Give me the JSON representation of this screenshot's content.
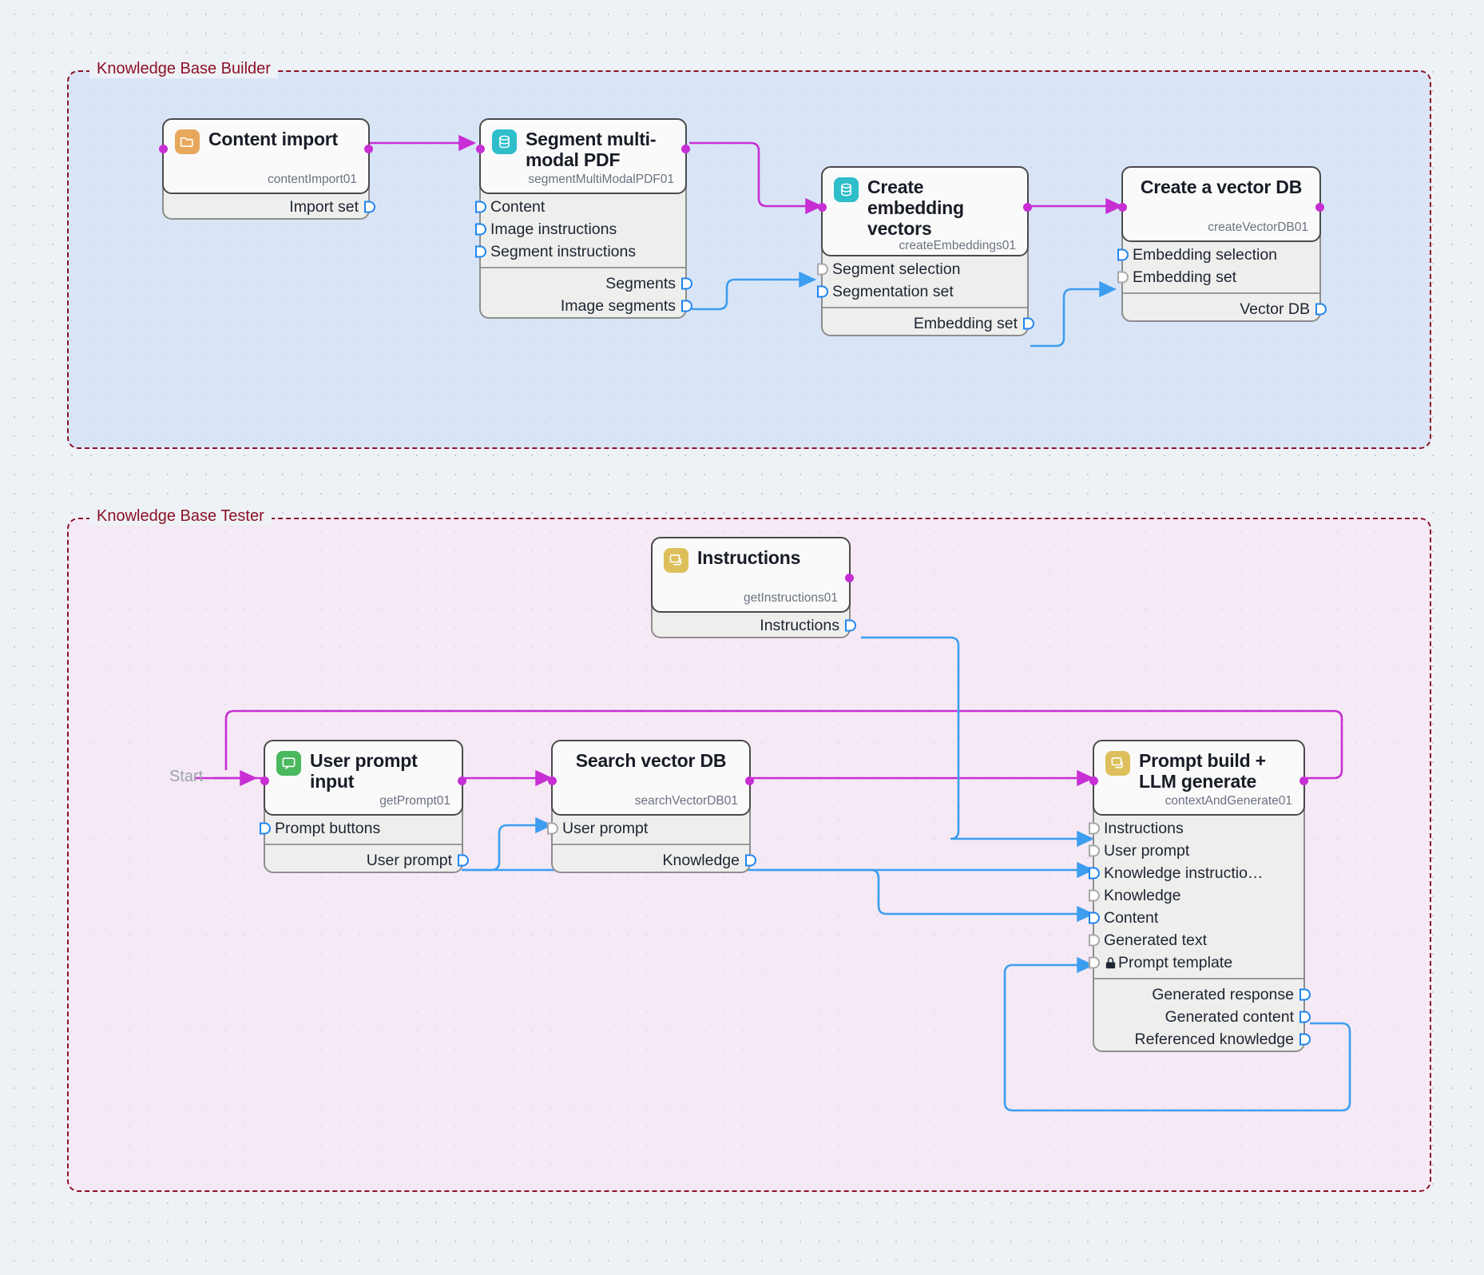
{
  "canvas": {
    "start_label": "Start"
  },
  "groups": [
    {
      "id": "builder",
      "label": "Knowledge Base Builder"
    },
    {
      "id": "tester",
      "label": "Knowledge Base Tester"
    }
  ],
  "colors": {
    "group_border": "#8c1124",
    "group_label": "#8c1124",
    "builder_fill": "#d1dff7",
    "tester_fill": "#f9e4f3",
    "flow_edge": "#c72fd4",
    "data_edge": "#3d9ef0",
    "port_unconnected": "#1f85f0",
    "port_connected": "#a8a8a8",
    "node_border": "#4a4a4a",
    "canvas_bg": "#eef2f7"
  },
  "nodes": [
    {
      "key": "contentImport",
      "title": "Content import",
      "id_label": "contentImport01",
      "icon": "folder-icon",
      "icon_class": "ic-orange",
      "inputs": [],
      "outputs": [
        {
          "label": "Import set",
          "connected": false
        }
      ]
    },
    {
      "key": "segmentPdf",
      "title": "Segment multi-\nmodal PDF",
      "id_label": "segmentMultiModalPDF01",
      "icon": "database-icon",
      "icon_class": "ic-teal",
      "inputs": [
        {
          "label": "Content",
          "connected": false
        },
        {
          "label": "Image instructions",
          "connected": false
        },
        {
          "label": "Segment instructions",
          "connected": false
        }
      ],
      "outputs": [
        {
          "label": "Segments",
          "connected": true
        },
        {
          "label": "Image segments",
          "connected": false
        }
      ]
    },
    {
      "key": "createEmbeddings",
      "title": "Create embedding vectors",
      "id_label": "createEmbeddings01",
      "icon": "database-icon",
      "icon_class": "ic-teal",
      "inputs": [
        {
          "label": "Segment selection",
          "connected": true
        },
        {
          "label": "Segmentation set",
          "connected": false
        }
      ],
      "outputs": [
        {
          "label": "Embedding set",
          "connected": true
        }
      ]
    },
    {
      "key": "createVectorDB",
      "title": "Create a vector DB",
      "id_label": "createVectorDB01",
      "icon": null,
      "icon_class": "",
      "inputs": [
        {
          "label": "Embedding selection",
          "connected": false
        },
        {
          "label": "Embedding set",
          "connected": true
        }
      ],
      "outputs": [
        {
          "label": "Vector DB",
          "connected": false
        }
      ]
    },
    {
      "key": "getInstructions",
      "title": "Instructions",
      "id_label": "getInstructions01",
      "icon": "chat-icon",
      "icon_class": "ic-gold",
      "inputs": [],
      "outputs": [
        {
          "label": "Instructions",
          "connected": true
        }
      ]
    },
    {
      "key": "getPrompt",
      "title": "User prompt input",
      "id_label": "getPrompt01",
      "icon": "message-icon",
      "icon_class": "ic-green",
      "inputs": [
        {
          "label": "Prompt buttons",
          "connected": false
        }
      ],
      "outputs": [
        {
          "label": "User prompt",
          "connected": true
        }
      ]
    },
    {
      "key": "searchVectorDB",
      "title": "Search vector DB",
      "id_label": "searchVectorDB01",
      "icon": null,
      "icon_class": "",
      "inputs": [
        {
          "label": "User prompt",
          "connected": true
        }
      ],
      "outputs": [
        {
          "label": "Knowledge",
          "connected": true
        }
      ]
    },
    {
      "key": "contextAndGenerate",
      "title": "Prompt build + LLM generate",
      "id_label": "contextAndGenerate01",
      "icon": "chat-icon",
      "icon_class": "ic-gold",
      "inputs": [
        {
          "label": "Instructions",
          "connected": true
        },
        {
          "label": "User prompt",
          "connected": true
        },
        {
          "label": "Knowledge instructio…",
          "connected": false
        },
        {
          "label": "Knowledge",
          "connected": true
        },
        {
          "label": "Content",
          "connected": false
        },
        {
          "label": "Generated text",
          "connected": true
        },
        {
          "label": "Prompt template",
          "connected": false,
          "locked": true
        }
      ],
      "outputs": [
        {
          "label": "Generated response",
          "connected": true
        },
        {
          "label": "Generated content",
          "connected": false
        },
        {
          "label": "Referenced knowledge",
          "connected": false
        }
      ]
    }
  ]
}
